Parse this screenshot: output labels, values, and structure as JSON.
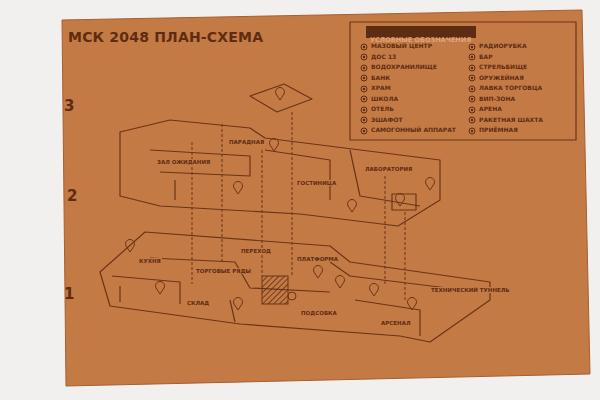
{
  "diagram": {
    "title": "МСК 2048 ПЛАН-СХЕМА",
    "nodes": [
      {
        "text": [
          "УСЛОВНЫЕ ОБОЗНАЧЕНИЯ"
        ]
      }
    ],
    "labels": [
      "3",
      "2",
      "1",
      "ПАРАДНАЯ",
      "ЗАЛ ОЖИДАНИЯ",
      "ГОСТИНИЦА",
      "ЛАБОРАТОРИЯ",
      "КУХНЯ",
      "ПЕРЕХОД",
      "ПЛАТФОРМА",
      "ТОРГОВЫЕ РЯДЫ",
      "СКЛАД",
      "ПОДСОБКА",
      "ТЕХНИЧЕСКИЙ ТУННЕЛЬ",
      "АРСЕНАЛ"
    ],
    "legend": [
      {
        "text": "МАЗОВЫЙ ЦЕНТР"
      },
      {
        "text": "ДОС 13"
      },
      {
        "text": "ВОДОХРАНИЛИЩЕ"
      },
      {
        "text": "БАНК"
      },
      {
        "text": "ХРАМ"
      },
      {
        "text": "ШКОЛА"
      },
      {
        "text": "ОТЕЛЬ"
      },
      {
        "text": "ЭШАФОТ"
      },
      {
        "text": "САМОГОННЫЙ АППАРАТ"
      },
      {
        "text": "РАДИОРУБКА"
      },
      {
        "text": "БАР"
      },
      {
        "text": "СТРЕЛЬБИЩЕ"
      },
      {
        "text": "ОРУЖЕЙНАЯ"
      },
      {
        "text": "ЛАВКА ТОРГОВЦА"
      },
      {
        "text": "ВИП-ЗОНА"
      },
      {
        "text": "АРЕНА"
      },
      {
        "text": "РАКЕТНАЯ ШАХТА"
      },
      {
        "text": "ПРИЁМНАЯ"
      }
    ]
  }
}
